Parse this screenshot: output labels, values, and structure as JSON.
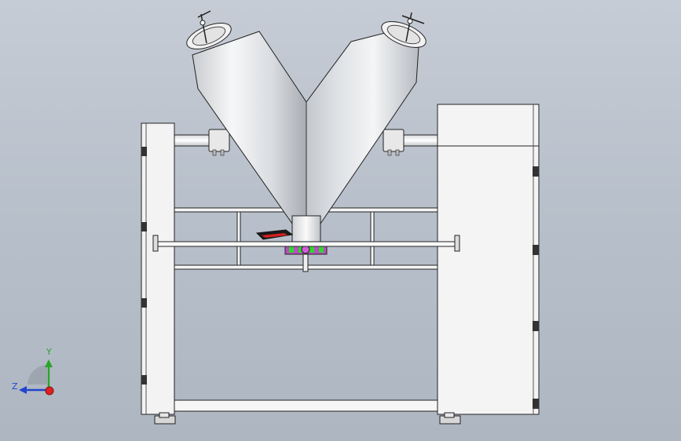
{
  "view": {
    "background_top": "#c6ccd5",
    "background_bottom": "#aeb6c2"
  },
  "model": {
    "name_hint": "v-type-mixer-front-view",
    "shell_color": "#e9ecef",
    "frame_color": "#f4f4f4",
    "edge_color": "#1a1a1a",
    "accent_green": "#2fd62f",
    "accent_magenta": "#c03bc7",
    "accent_red": "#d02020"
  },
  "triad": {
    "y_label": "Y",
    "z_label": "Z",
    "y_color": "#2aa52a",
    "z_color": "#2244cc",
    "x_color": "#e02020"
  }
}
